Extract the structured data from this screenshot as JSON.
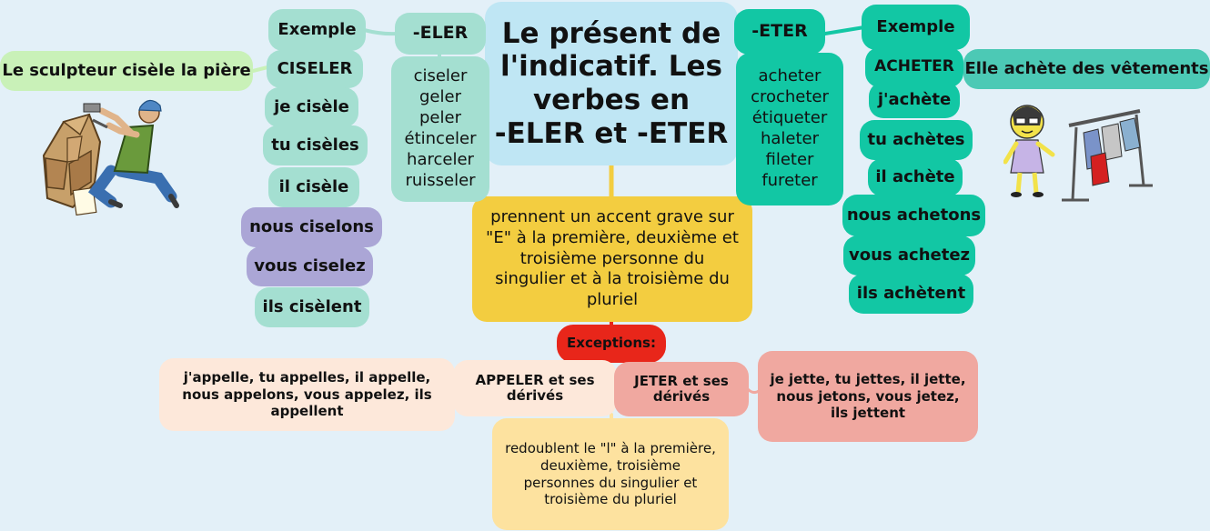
{
  "colors": {
    "background": "#e3f0f8",
    "title_bg": "#bfe6f4",
    "mint": "#a4dfd1",
    "teal": "#12c7a4",
    "lavender": "#aba6d6",
    "green_light": "#c9f1b8",
    "yellow": "#f3cd40",
    "red": "#e8261a",
    "peach": "#fde8da",
    "salmon": "#f0a8a0",
    "light_yellow": "#fde29f"
  },
  "title": {
    "lines": [
      "Le présent de",
      "l'indicatif. Les",
      "verbes en",
      "-ELER et -ETER"
    ]
  },
  "rule": "prennent un accent grave sur \"E\" à la première, deuxième et troisième personne du singulier et à la troisième du pluriel",
  "eler": {
    "header": "-ELER",
    "verbs": [
      "ciseler",
      "geler",
      "peler",
      "étinceler",
      "harceler",
      "ruisseler"
    ],
    "example_label": "Exemple",
    "example_verb": "CISELER",
    "sentence": "Le sculpteur cisèle la pière",
    "conjugation": [
      "je cisèle",
      "tu cisèles",
      "il cisèle",
      "nous ciselons",
      "vous ciselez",
      "ils cisèlent"
    ]
  },
  "eter": {
    "header": "-ETER",
    "verbs": [
      "acheter",
      "crocheter",
      "étiqueter",
      "haleter",
      "fileter",
      "fureter"
    ],
    "example_label": "Exemple",
    "example_verb": "ACHETER",
    "sentence": "Elle achète des vêtements",
    "conjugation": [
      "j'achète",
      "tu achètes",
      "il achète",
      "nous achetons",
      "vous achetez",
      "ils achètent"
    ]
  },
  "exceptions": {
    "label": "Exceptions:",
    "appeler_label": "APPELER et ses dérivés",
    "appeler_conj": "j'appelle, tu appelles, il appelle, nous appelons, vous appelez, ils appellent",
    "jeter_label": "JETER et ses dérivés",
    "jeter_conj": "je jette, tu jettes, il jette, nous jetons, vous jetez, ils jettent",
    "rule": "redoublent le \"l\" à la première, deuxième, troisième personnes du singulier et troisième du pluriel"
  },
  "illustrations": [
    "sculptor-illustration",
    "shopper-illustration"
  ]
}
